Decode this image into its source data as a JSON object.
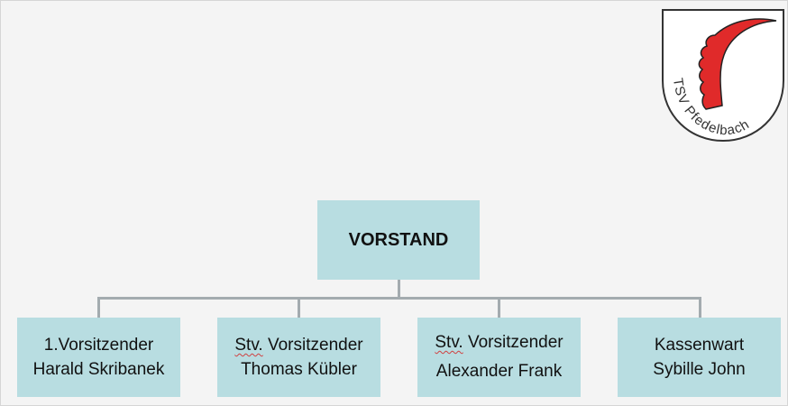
{
  "logo": {
    "text": "TSV Pfedelbach",
    "colors": {
      "horn": "#e02a2a",
      "outline": "#333333",
      "shield": "#ffffff"
    }
  },
  "org_chart": {
    "root": {
      "label": "VORSTAND"
    },
    "children": [
      {
        "role": "1.Vorsitzender",
        "name": "Harald Skribanek"
      },
      {
        "role_prefix": "Stv.",
        "role_rest": " Vorsitzender",
        "name": "Thomas Kübler"
      },
      {
        "role_prefix": "Stv.",
        "role_rest": " Vorsitzender",
        "name": "Alexander Frank"
      },
      {
        "role": "Kassenwart",
        "name": "Sybille John"
      }
    ],
    "colors": {
      "box": "#b8dde1",
      "connector": "#a3abaf",
      "background": "#f4f4f4"
    }
  }
}
